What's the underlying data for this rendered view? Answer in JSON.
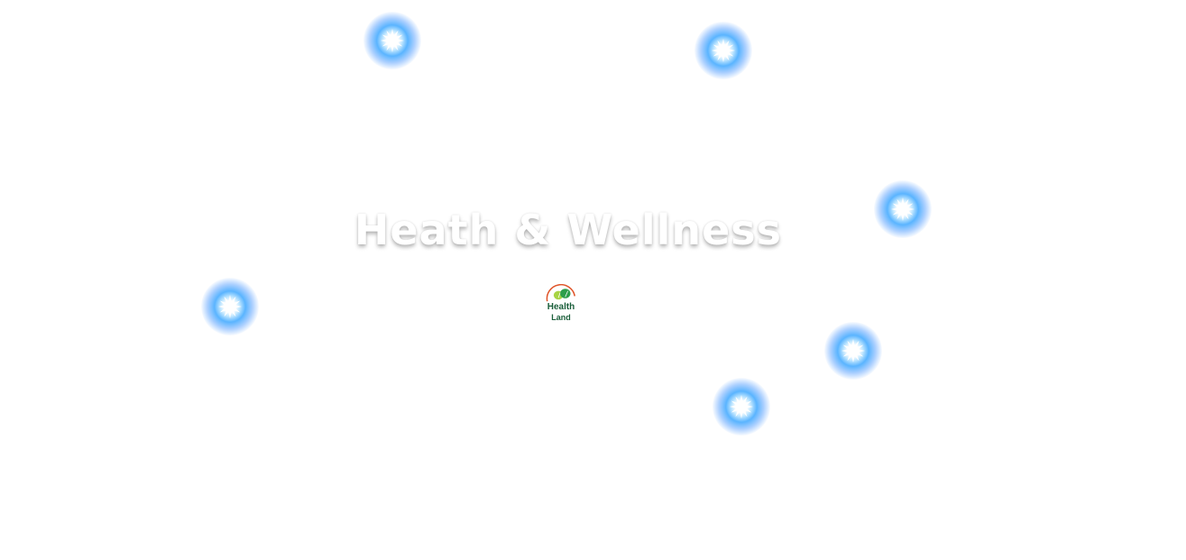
{
  "title": "Heath & Wellness",
  "logo": {
    "line1": "Health",
    "line2": "Land",
    "arc_color": "#e0552a",
    "leaf_color": "#7cc242",
    "text_color": "#1a5e3a"
  },
  "sparkle_color": "#4aa8ff"
}
